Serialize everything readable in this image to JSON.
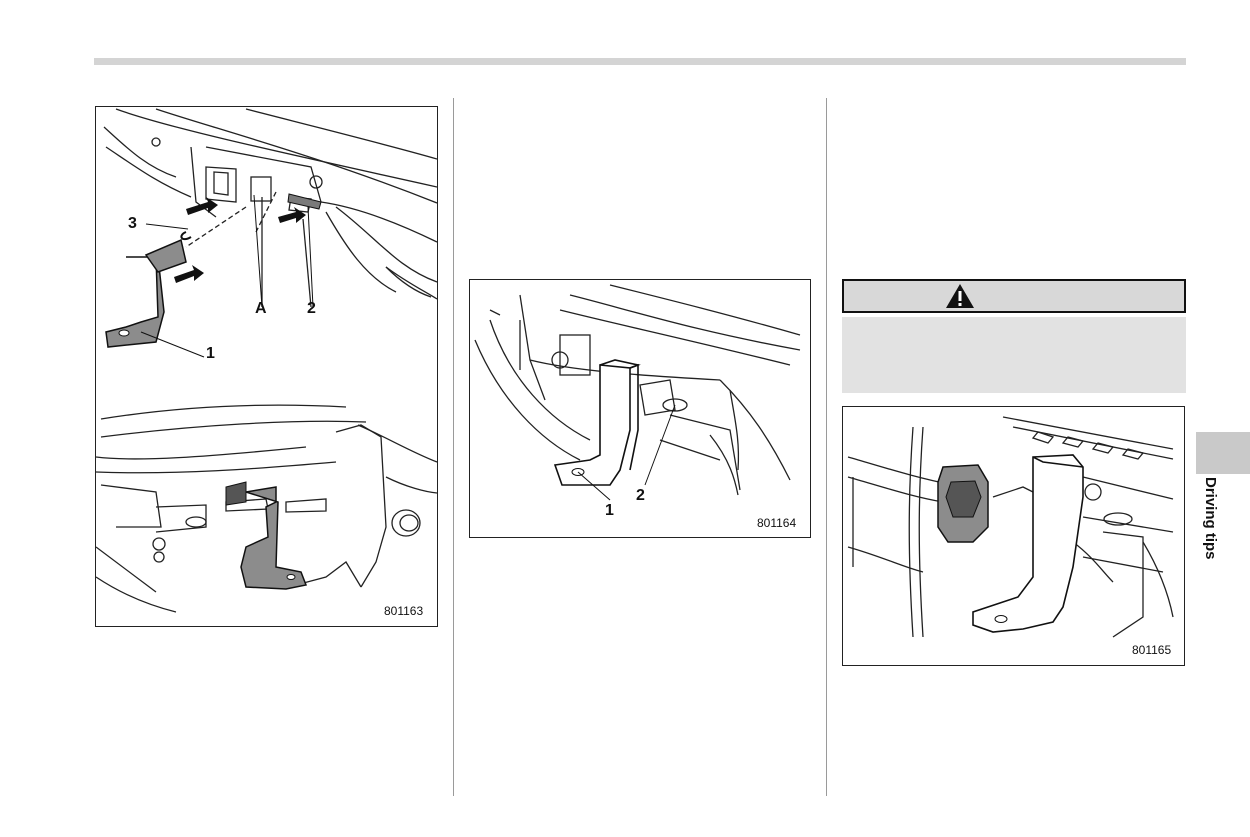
{
  "figures": [
    {
      "id": "801163",
      "callouts": {
        "c1": "1",
        "c2": "2",
        "c3": "3",
        "cA": "A"
      }
    },
    {
      "id": "801164",
      "callouts": {
        "c1": "1",
        "c2": "2"
      }
    },
    {
      "id": "801165"
    }
  ],
  "warning": {
    "icon": "warning-triangle-icon"
  },
  "side_tab": {
    "label": "Driving tips"
  }
}
